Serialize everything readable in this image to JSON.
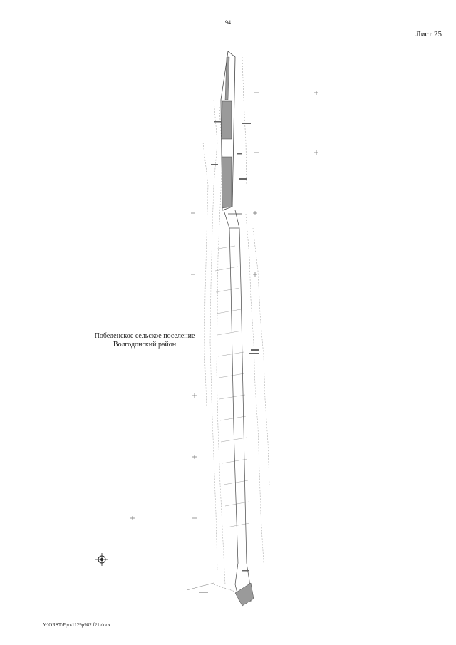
{
  "page": {
    "number": "94",
    "sheet": "Лист 25",
    "file_path": "Y:\\ORST\\Ppo\\1129p982.f21.docx"
  },
  "map": {
    "settlement": "Победенское сельское поселение",
    "district": "Волгодонский район",
    "colors": {
      "line": "#555555",
      "fill": "#9a9a9a",
      "contour": "#888888"
    }
  }
}
